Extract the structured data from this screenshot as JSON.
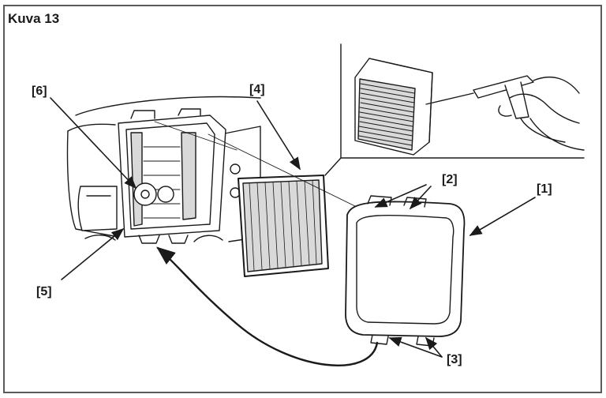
{
  "figure": {
    "title": "Kuva 13",
    "callouts": [
      "[1]",
      "[2]",
      "[3]",
      "[4]",
      "[5]",
      "[6]"
    ]
  },
  "colors": {
    "line": "#1a1a1a",
    "frame": "#5a5a5a",
    "shade": "#d9d9d9",
    "background": "#ffffff"
  }
}
